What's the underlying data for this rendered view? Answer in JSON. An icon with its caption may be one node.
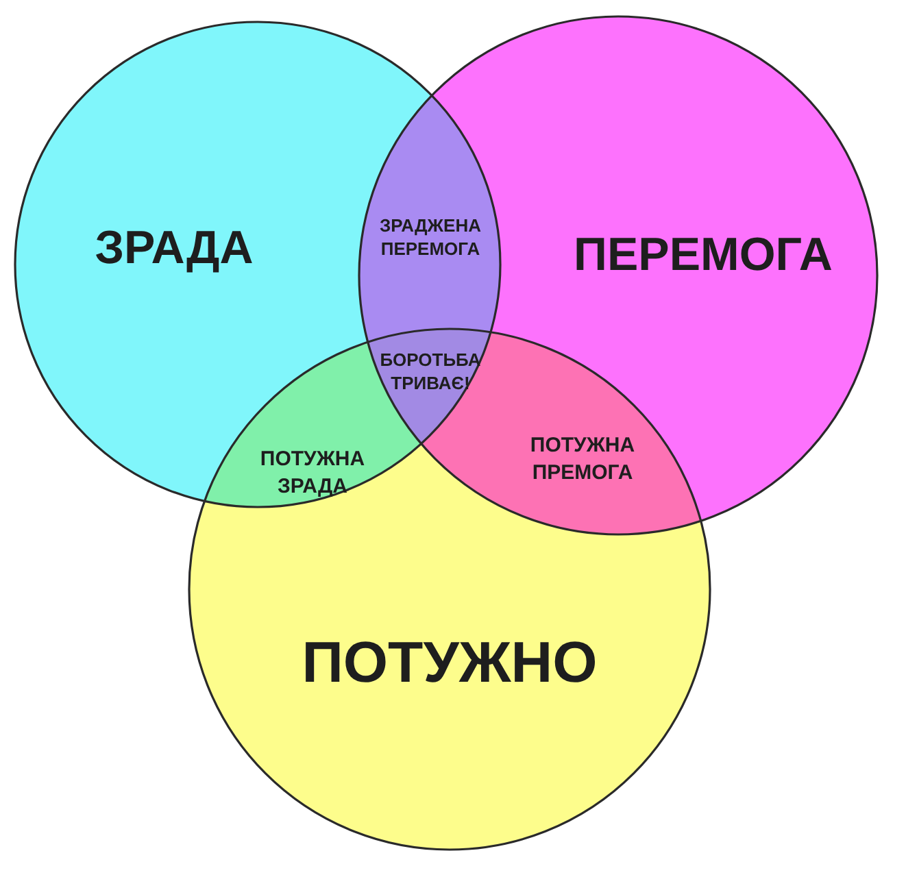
{
  "diagram": {
    "nodes": [
      {
        "text": [
          "ЗРАДА"
        ]
      },
      {
        "text": [
          "ПЕРЕМОГА"
        ]
      },
      {
        "text": [
          "ПОТУЖНО"
        ]
      }
    ],
    "labels": [
      "ЗРАДЖЕНА ПЕРЕМОГА",
      "БОРОТЬБА ТРИВАЄ!",
      "ПОТУЖНА ЗРАДА",
      "ПОТУЖНА ПРЕМОГА"
    ]
  }
}
